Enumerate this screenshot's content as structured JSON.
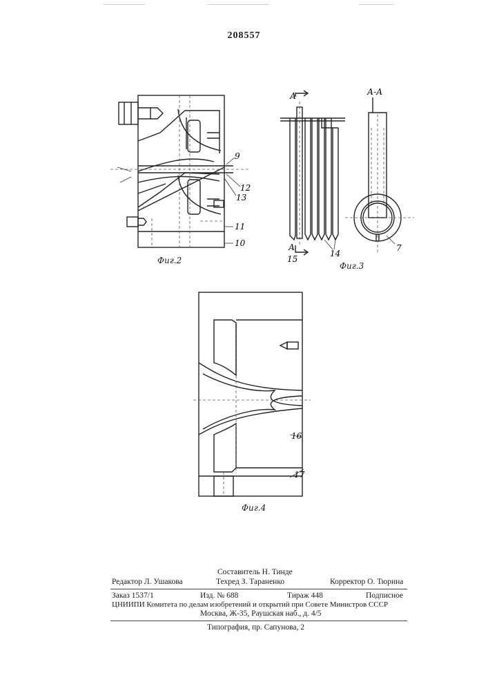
{
  "patent_number": "208557",
  "figures": {
    "fig2": {
      "caption": "Фиг.2",
      "callouts": [
        "9",
        "12",
        "13",
        "11",
        "10"
      ]
    },
    "fig3": {
      "caption": "Фиг.3",
      "section_label": "А-А",
      "section_mark_top": "А",
      "section_mark_bottom": "А",
      "callouts": [
        "15",
        "14",
        "7"
      ]
    },
    "fig4": {
      "caption": "Фиг.4",
      "callouts": [
        "16",
        "17"
      ]
    }
  },
  "footer": {
    "compiler": "Составитель Н. Тинде",
    "editor": "Редактор Л. Ушакова",
    "techred": "Техред З. Тараненко",
    "corrector": "Корректор О. Тюрина",
    "order": "Заказ 1537/1",
    "edition": "Изд. № 688",
    "circulation": "Тираж 448",
    "subscription": "Подписное",
    "org_line": "ЦНИИПИ Комитета по делам изобретений и открытий при Совете Министров СССР",
    "address": "Москва, Ж-35, Раушская наб., д. 4/5",
    "printer": "Типография, пр. Сапунова, 2"
  }
}
